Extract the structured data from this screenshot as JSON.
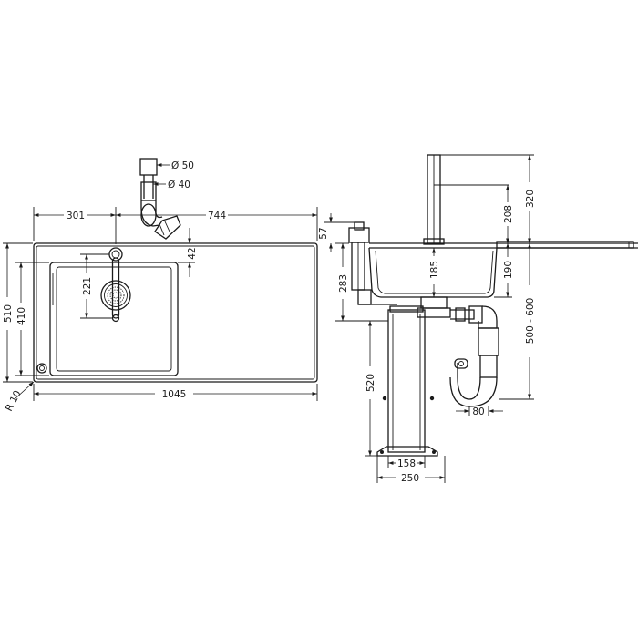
{
  "plan_view": {
    "dim_overall_width": "1045",
    "dim_left_offset": "301",
    "dim_right_offset": "744",
    "dim_overall_depth": "510",
    "dim_bowl_depth": "410",
    "dim_spout_reach": "221",
    "dim_tap_to_edge": "42",
    "dim_corner_radius": "R 10",
    "dim_pipe_outer": "Ø 50",
    "dim_pipe_inner": "Ø 40"
  },
  "side_view": {
    "dim_mixer_height": "320",
    "dim_spout_height": "208",
    "dim_deck_offset": "57",
    "dim_bowl_depth": "190",
    "dim_drain_depth": "185",
    "dim_side_height": "283",
    "dim_cabinet_range": "500 - 600",
    "dim_leg_height": "520",
    "dim_trap_width": "80",
    "dim_foot_inner": "158",
    "dim_foot_outer": "250"
  }
}
